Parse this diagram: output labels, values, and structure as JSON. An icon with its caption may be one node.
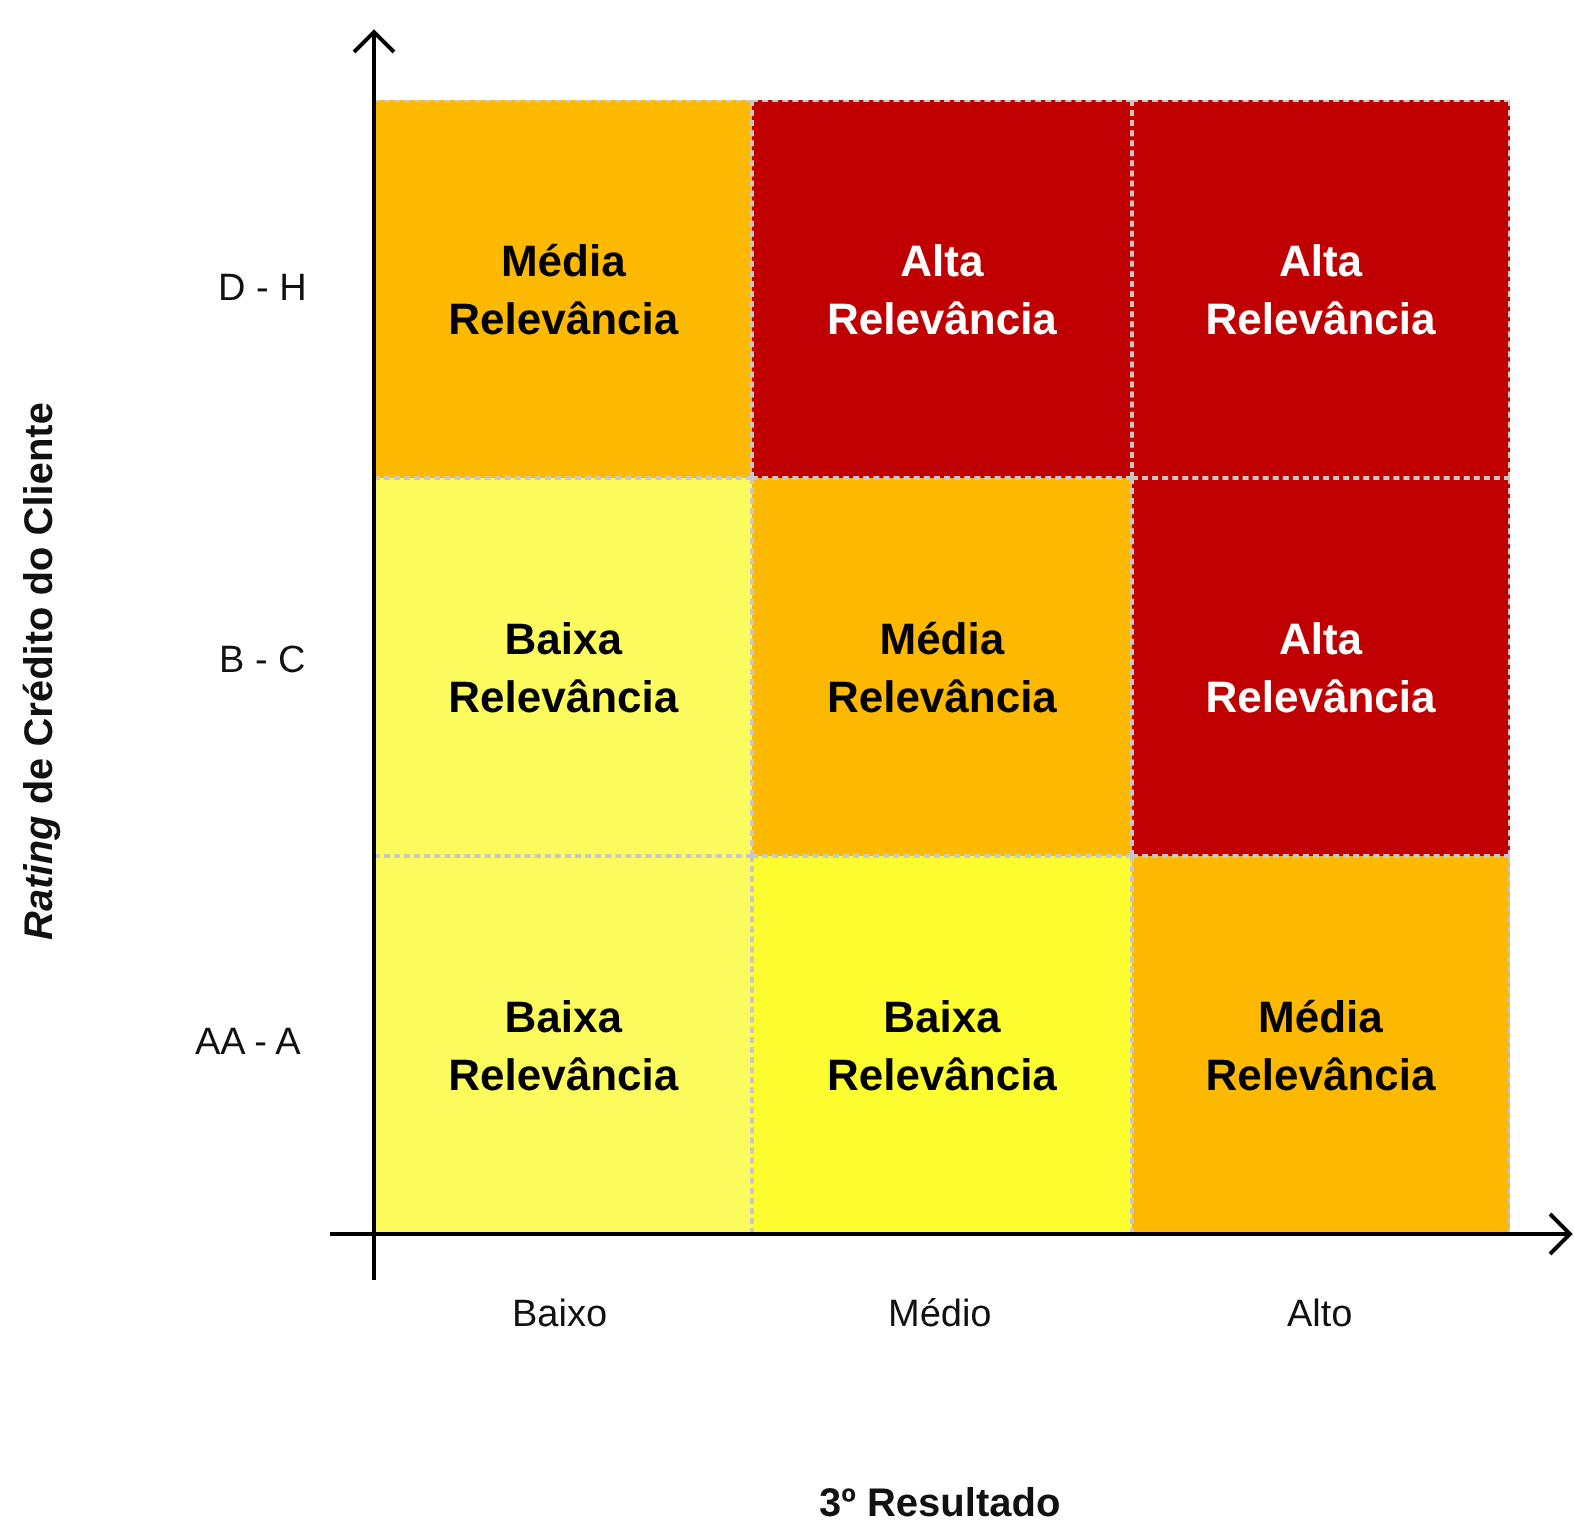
{
  "diagram": {
    "nodes": [
      {
        "text": [
          "Média Relevância"
        ]
      },
      {
        "text": [
          "Alta Relevância"
        ]
      },
      {
        "text": [
          "Alta Relevância"
        ]
      },
      {
        "text": [
          "Baixa Relevância"
        ]
      },
      {
        "text": [
          "Média Relevância"
        ]
      },
      {
        "text": [
          "Alta Relevância"
        ]
      },
      {
        "text": [
          "Baixa Relevância"
        ]
      },
      {
        "text": [
          "Baixa Relevância"
        ]
      },
      {
        "text": [
          "Média Relevância"
        ]
      }
    ],
    "edges": [],
    "labels": [
      "D - H",
      "B - C",
      "AA - A",
      "Baixo",
      "Médio",
      "Alto",
      "*Rating* de Crédito do Cliente",
      "3º Resultado"
    ]
  }
}
